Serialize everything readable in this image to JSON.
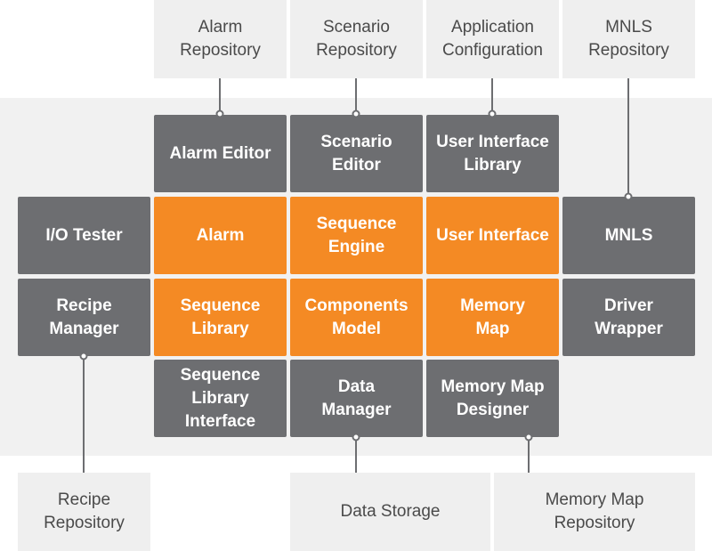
{
  "external_top": {
    "alarm_repository": "Alarm\nRepository",
    "scenario_repository": "Scenario\nRepository",
    "application_configuration": "Application\nConfiguration",
    "mnls_repository": "MNLS\nRepository"
  },
  "editors": {
    "alarm_editor": "Alarm Editor",
    "scenario_editor": "Scenario\nEditor",
    "user_interface_library": "User Interface\nLibrary"
  },
  "core": {
    "io_tester": "I/O Tester",
    "alarm": "Alarm",
    "sequence_engine": "Sequence\nEngine",
    "user_interface": "User Interface",
    "mnls": "MNLS",
    "recipe_manager": "Recipe\nManager",
    "sequence_library": "Sequence\nLibrary",
    "components_model": "Components\nModel",
    "memory_map": "Memory\nMap",
    "driver_wrapper": "Driver\nWrapper"
  },
  "lower": {
    "sequence_library_interface": "Sequence\nLibrary\nInterface",
    "data_manager": "Data\nManager",
    "memory_map_designer": "Memory Map\nDesigner"
  },
  "external_bottom": {
    "recipe_repository": "Recipe\nRepository",
    "data_storage": "Data Storage",
    "memory_map_repository": "Memory Map\nRepository"
  },
  "colors": {
    "orange": "#f48a24",
    "dark_gray": "#6d6e71",
    "light_gray": "#efefef",
    "connector": "#6d6e71"
  }
}
